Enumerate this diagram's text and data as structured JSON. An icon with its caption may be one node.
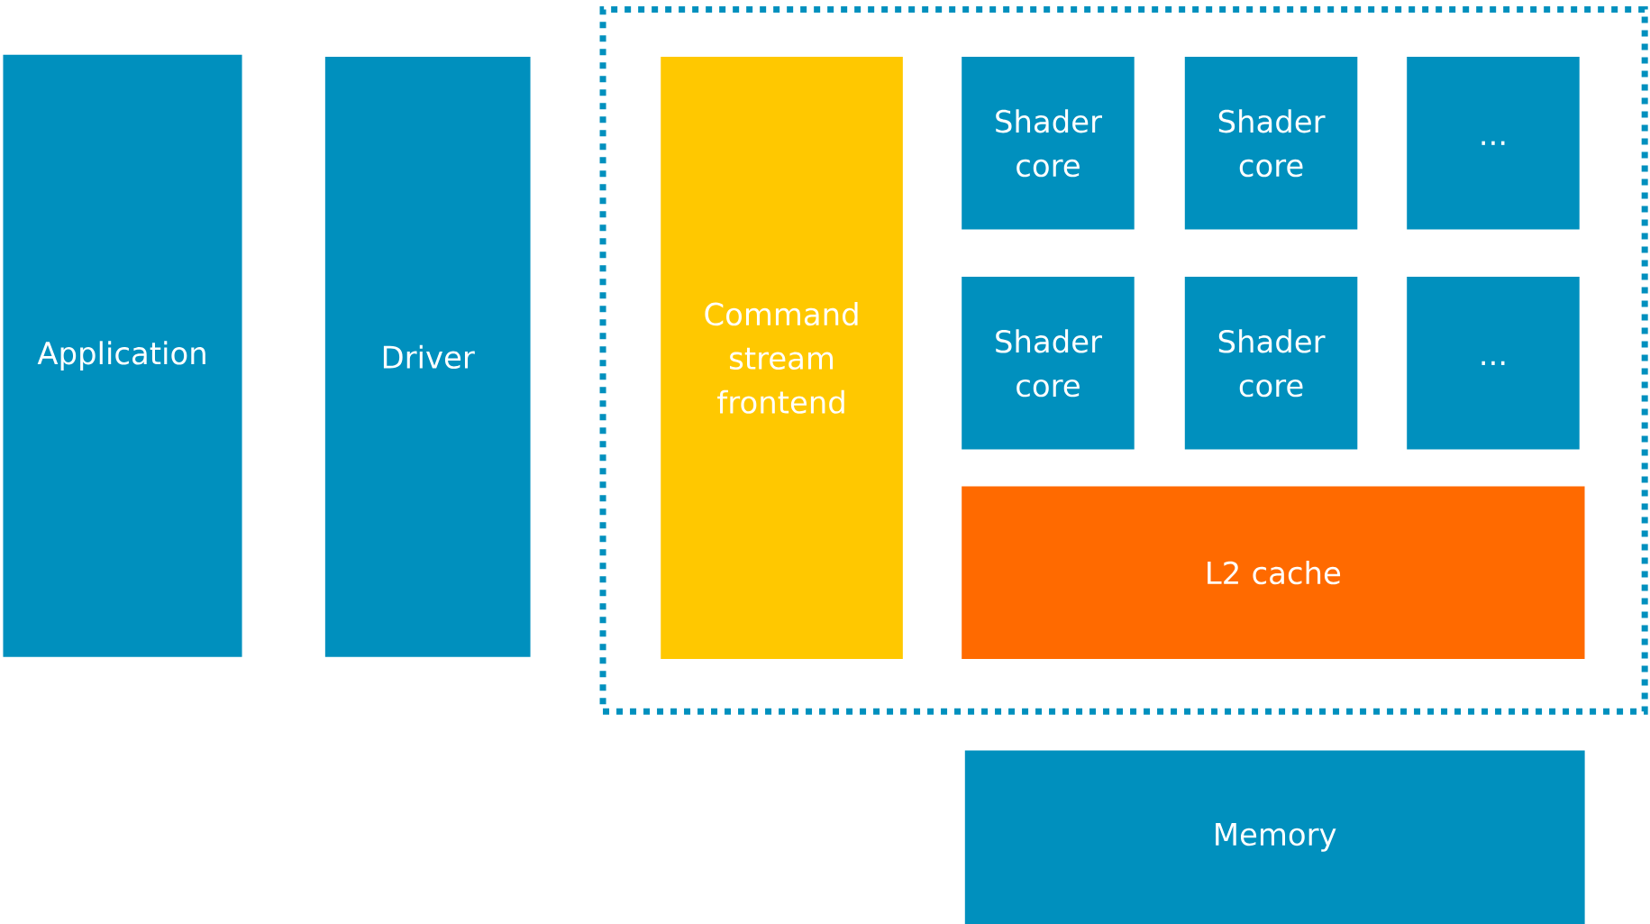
{
  "diagram": {
    "nodes": [
      {
        "text": [
          "Application"
        ]
      },
      {
        "text": [
          "Driver"
        ]
      },
      {
        "text": [],
        "shape": "box"
      },
      {
        "text": [
          "Command stream frontend"
        ],
        "in": 2
      },
      {
        "text": [
          "Shader core"
        ],
        "in": 2
      },
      {
        "text": [
          "Shader core"
        ],
        "in": 2
      },
      {
        "text": [
          "..."
        ],
        "in": 2
      },
      {
        "text": [
          "Shader core"
        ],
        "in": 2
      },
      {
        "text": [
          "Shader core"
        ],
        "in": 2
      },
      {
        "text": [
          "..."
        ],
        "in": 2
      },
      {
        "text": [
          "L2 cache"
        ],
        "in": 2
      },
      {
        "text": [
          "Memory"
        ]
      }
    ]
  }
}
